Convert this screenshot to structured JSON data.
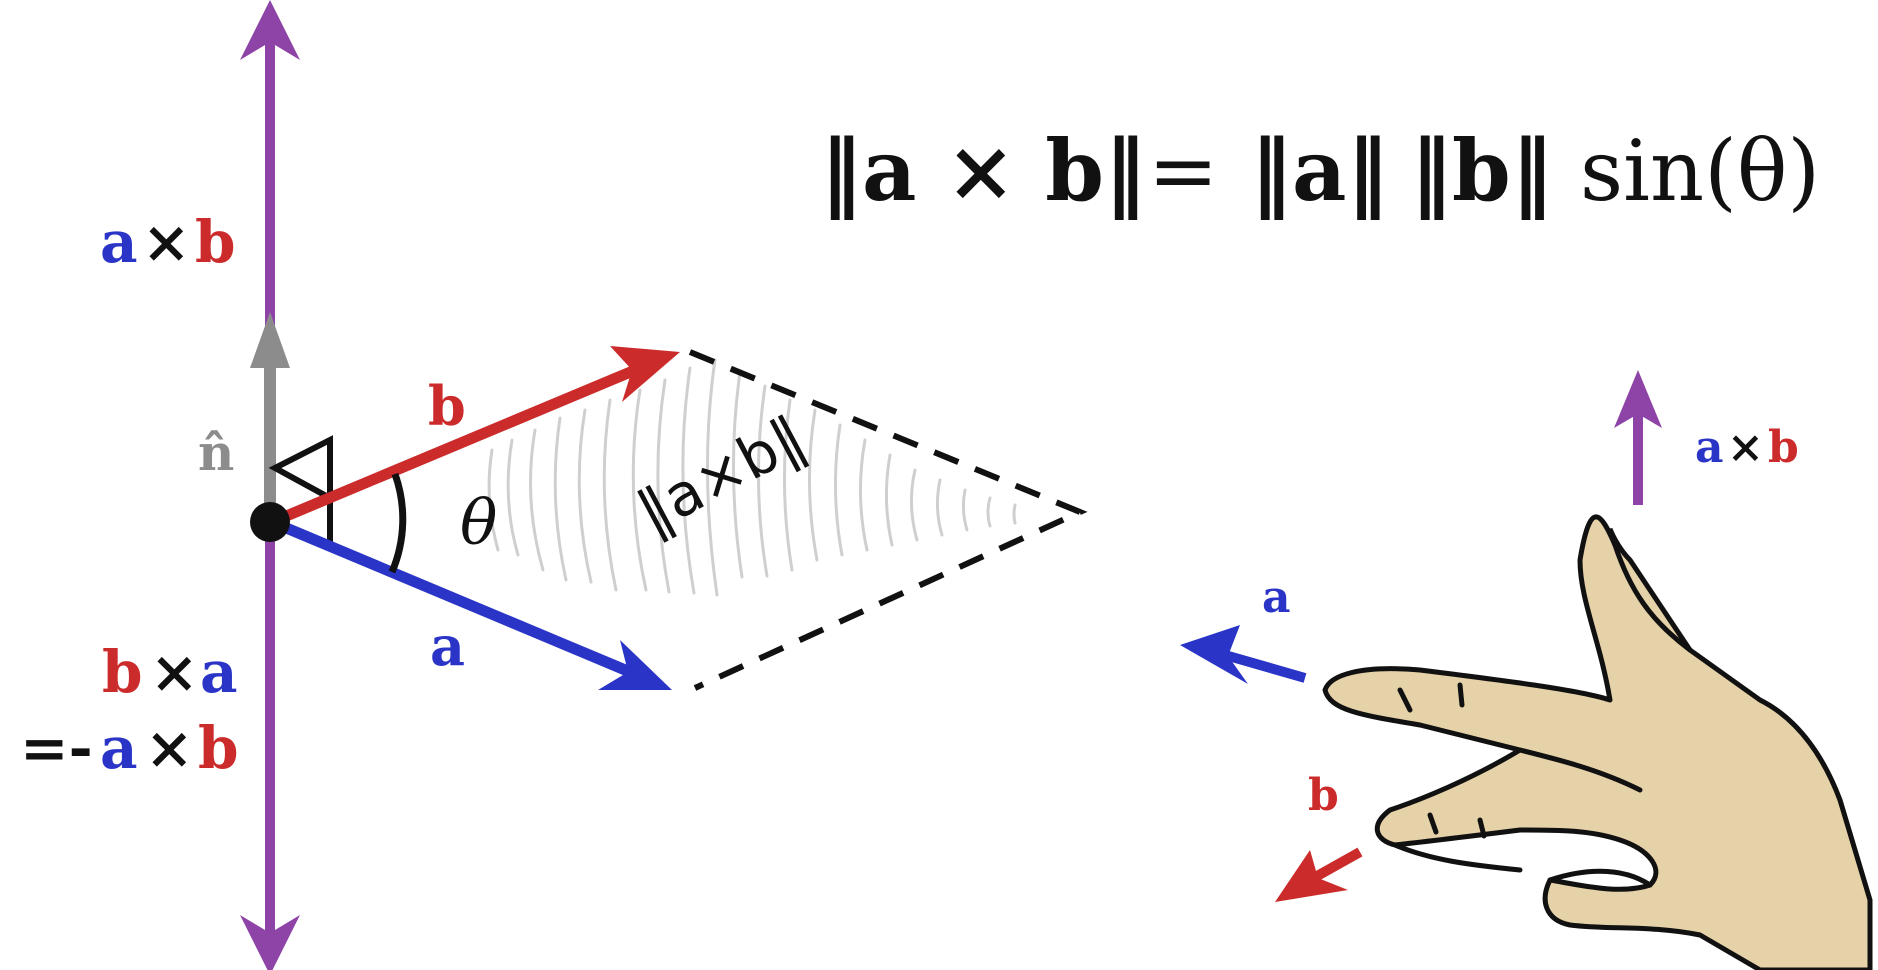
{
  "colors": {
    "a": "#2a35c8",
    "b": "#cc2b2b",
    "cross": "#8e44a6",
    "normal": "#8c8c8c",
    "ink": "#111111",
    "hatch": "#cfcfcf",
    "skin": "#e6d2a8"
  },
  "formula": {
    "lhs": "‖a × b‖",
    "equals": "=",
    "norm_a": "‖a‖",
    "norm_b": "‖b‖",
    "sine": "sin(θ)"
  },
  "left_diagram": {
    "label_axb": {
      "a": "a",
      "times": "×",
      "b": "b"
    },
    "label_bxa": {
      "b": "b",
      "times": "×",
      "a": "a"
    },
    "label_neg": {
      "prefix": "=-",
      "a": "a",
      "times": "×",
      "b": "b"
    },
    "normal_label": "n̂",
    "theta": "θ",
    "vector_a": "a",
    "vector_b": "b",
    "area_note": "‖a×b‖"
  },
  "right_hand": {
    "label_axb": {
      "a": "a",
      "times": "×",
      "b": "b"
    },
    "finger_a": "a",
    "finger_b": "b",
    "icon": "right-hand-icon"
  }
}
